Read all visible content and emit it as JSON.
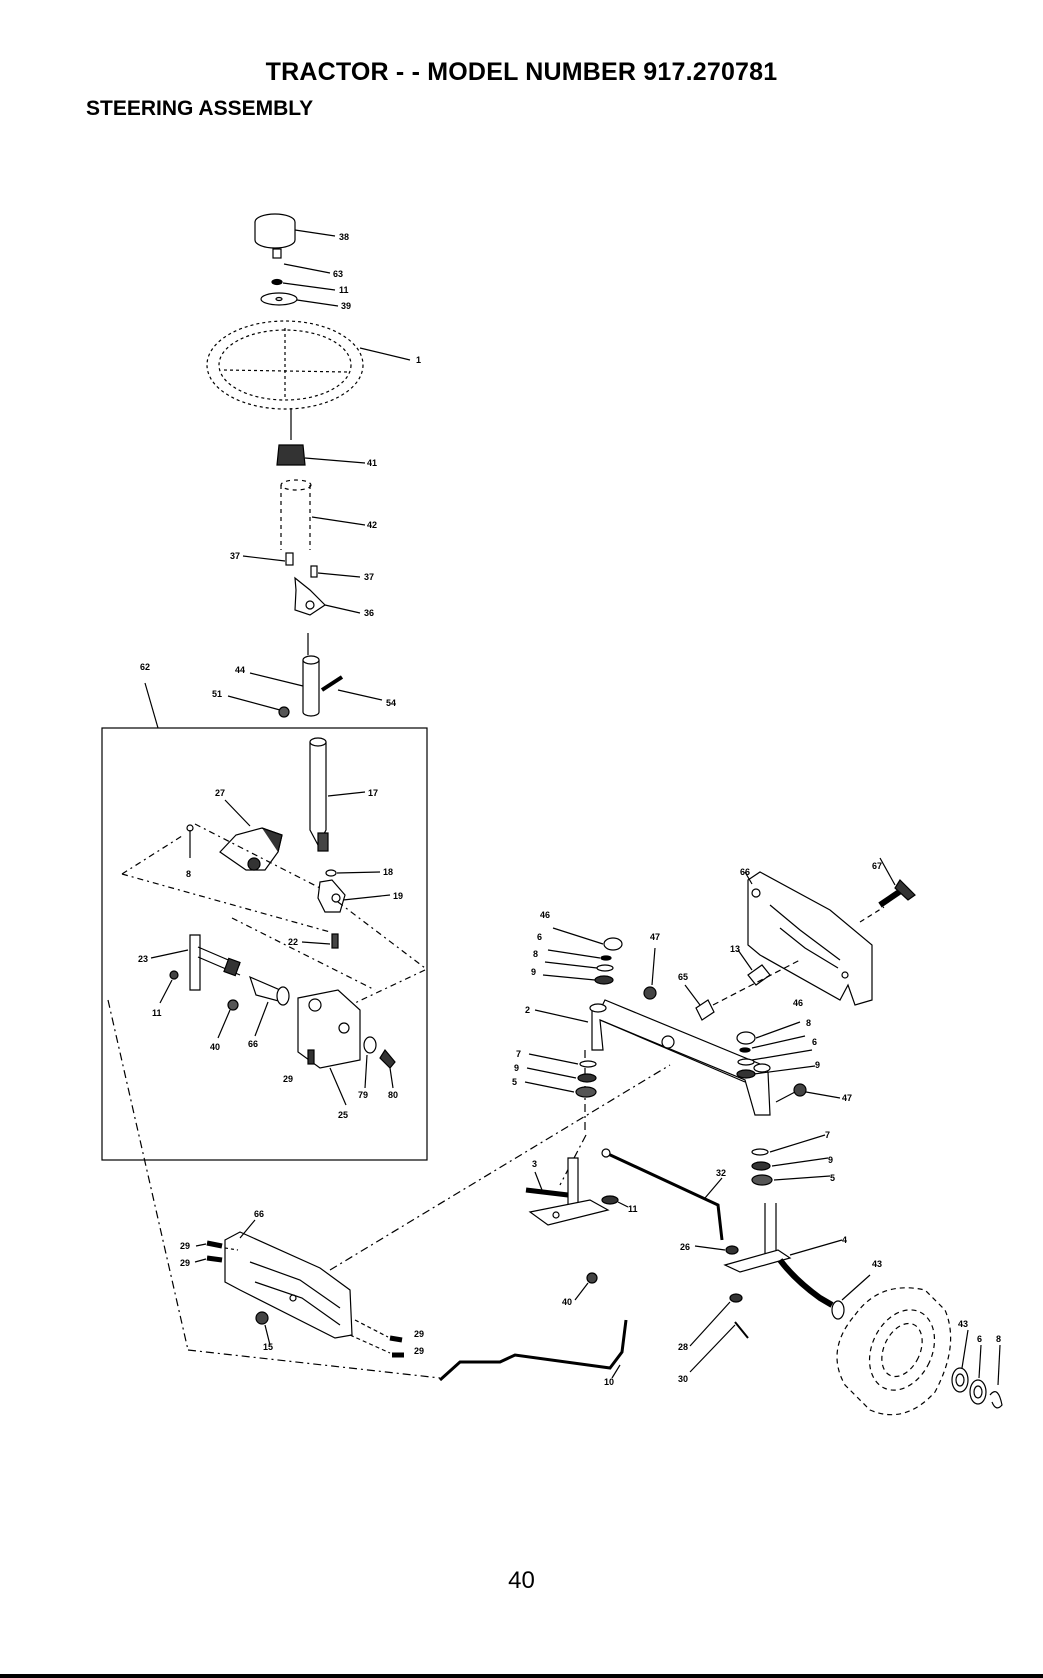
{
  "header": {
    "title": "TRACTOR - - MODEL NUMBER 917.270781",
    "section": "STEERING ASSEMBLY"
  },
  "callouts": [
    {
      "id": "c38a",
      "text": "38"
    },
    {
      "id": "c63",
      "text": "63"
    },
    {
      "id": "c11a",
      "text": "11"
    },
    {
      "id": "c39",
      "text": "39"
    },
    {
      "id": "c1",
      "text": "1"
    },
    {
      "id": "c41",
      "text": "41"
    },
    {
      "id": "c42",
      "text": "42"
    },
    {
      "id": "c37a",
      "text": "37"
    },
    {
      "id": "c37b",
      "text": "37"
    },
    {
      "id": "c36",
      "text": "36"
    },
    {
      "id": "c62",
      "text": "62"
    },
    {
      "id": "c44",
      "text": "44"
    },
    {
      "id": "c51",
      "text": "51"
    },
    {
      "id": "c54",
      "text": "54"
    },
    {
      "id": "c27",
      "text": "27"
    },
    {
      "id": "c17",
      "text": "17"
    },
    {
      "id": "c8a",
      "text": "8"
    },
    {
      "id": "c18",
      "text": "18"
    },
    {
      "id": "c19",
      "text": "19"
    },
    {
      "id": "c22",
      "text": "22"
    },
    {
      "id": "c23",
      "text": "23"
    },
    {
      "id": "c11b",
      "text": "11"
    },
    {
      "id": "c40a",
      "text": "40"
    },
    {
      "id": "c66a",
      "text": "66"
    },
    {
      "id": "c29a",
      "text": "29"
    },
    {
      "id": "c79",
      "text": "79"
    },
    {
      "id": "c80",
      "text": "80"
    },
    {
      "id": "c25",
      "text": "25"
    },
    {
      "id": "c66b",
      "text": "66"
    },
    {
      "id": "c67",
      "text": "67"
    },
    {
      "id": "c13",
      "text": "13"
    },
    {
      "id": "c46a",
      "text": "46"
    },
    {
      "id": "c6a",
      "text": "6"
    },
    {
      "id": "c8b",
      "text": "8"
    },
    {
      "id": "c9a",
      "text": "9"
    },
    {
      "id": "c47a",
      "text": "47"
    },
    {
      "id": "c65",
      "text": "65"
    },
    {
      "id": "c2",
      "text": "2"
    },
    {
      "id": "c46b",
      "text": "46"
    },
    {
      "id": "c8c",
      "text": "8"
    },
    {
      "id": "c6b",
      "text": "6"
    },
    {
      "id": "c9b",
      "text": "9"
    },
    {
      "id": "c7a",
      "text": "7"
    },
    {
      "id": "c9c",
      "text": "9"
    },
    {
      "id": "c5a",
      "text": "5"
    },
    {
      "id": "c47b",
      "text": "47"
    },
    {
      "id": "c7b",
      "text": "7"
    },
    {
      "id": "c9d",
      "text": "9"
    },
    {
      "id": "c5b",
      "text": "5"
    },
    {
      "id": "c3",
      "text": "3"
    },
    {
      "id": "c32",
      "text": "32"
    },
    {
      "id": "c11c",
      "text": "11"
    },
    {
      "id": "c4",
      "text": "4"
    },
    {
      "id": "c26",
      "text": "26"
    },
    {
      "id": "c43a",
      "text": "43"
    },
    {
      "id": "c66c",
      "text": "66"
    },
    {
      "id": "c29b",
      "text": "29"
    },
    {
      "id": "c29c",
      "text": "29"
    },
    {
      "id": "c40b",
      "text": "40"
    },
    {
      "id": "c28",
      "text": "28"
    },
    {
      "id": "c30",
      "text": "30"
    },
    {
      "id": "c15",
      "text": "15"
    },
    {
      "id": "c29d",
      "text": "29"
    },
    {
      "id": "c29e",
      "text": "29"
    },
    {
      "id": "c10",
      "text": "10"
    },
    {
      "id": "c43b",
      "text": "43"
    },
    {
      "id": "c6c",
      "text": "6"
    },
    {
      "id": "c8d",
      "text": "8"
    }
  ],
  "footer": {
    "page_number": "40"
  }
}
